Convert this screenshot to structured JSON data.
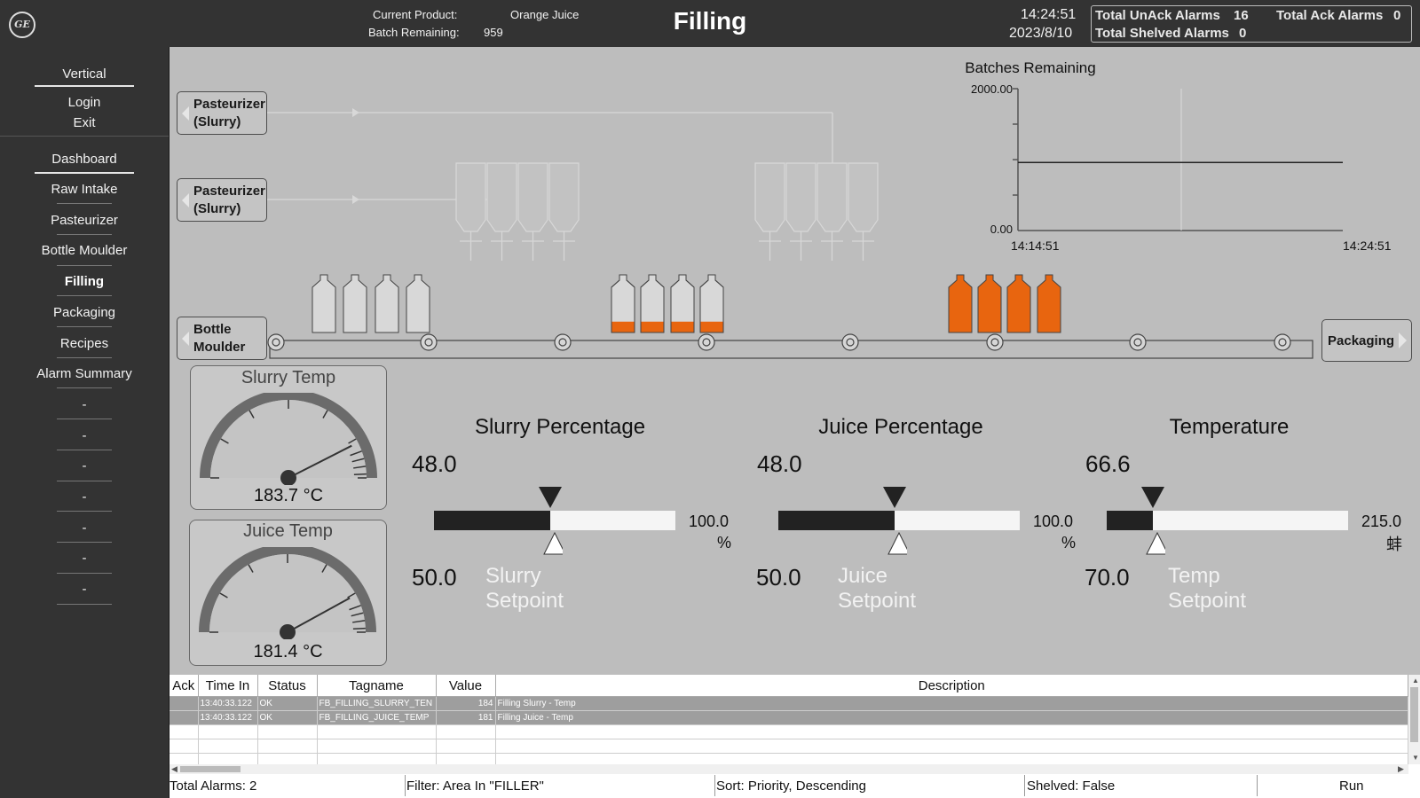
{
  "header": {
    "logo_text": "GE",
    "current_product_label": "Current Product:",
    "current_product": "Orange Juice",
    "batch_remaining_label": "Batch Remaining:",
    "batch_remaining": "959",
    "title": "Filling",
    "time": "14:24:51",
    "date": "2023/8/10",
    "unack_label": "Total UnAck Alarms",
    "unack_value": "16",
    "ack_label": "Total Ack Alarms",
    "ack_value": "0",
    "shelved_label": "Total Shelved Alarms",
    "shelved_value": "0"
  },
  "sidebar": {
    "top_items": [
      "Vertical",
      "Login",
      "Exit"
    ],
    "items": [
      "Dashboard",
      "Raw Intake",
      "Pasteurizer",
      "Bottle Moulder",
      "Filling",
      "Packaging",
      "Recipes",
      "Alarm Summary",
      "-",
      "-",
      "-",
      "-",
      "-",
      "-",
      "-"
    ],
    "active": "Filling"
  },
  "process": {
    "nav_pasteurizer_1": "Pasteurizer (Slurry)",
    "nav_pasteurizer_2": "Pasteurizer (Slurry)",
    "nav_bottle_moulder": "Bottle Moulder",
    "nav_packaging": "Packaging",
    "bottle_color_full": "#e8650f"
  },
  "trend": {
    "title": "Batches Remaining",
    "y_max_label": "2000.00",
    "y_min_label": "0.00",
    "x_start_label": "14:14:51",
    "x_end_label": "14:24:51"
  },
  "chart_data": {
    "type": "line",
    "title": "Batches Remaining",
    "ylim": [
      0,
      2000
    ],
    "x": [
      "14:14:51",
      "14:24:51"
    ],
    "series": [
      {
        "values": [
          959,
          959
        ]
      }
    ]
  },
  "gauges": [
    {
      "title": "Slurry Temp",
      "value": "183.7 °C",
      "fraction": 0.85
    },
    {
      "title": "Juice Temp",
      "value": "181.4 °C",
      "fraction": 0.84
    }
  ],
  "controls": [
    {
      "title": "Slurry Percentage",
      "pv": "48.0",
      "sp": "50.0",
      "sp_label": "Slurry Setpoint",
      "max": "100.0",
      "unit": "%",
      "pv_fraction": 0.48,
      "sp_fraction": 0.5
    },
    {
      "title": "Juice Percentage",
      "pv": "48.0",
      "sp": "50.0",
      "sp_label": "Juice Setpoint",
      "max": "100.0",
      "unit": "%",
      "pv_fraction": 0.48,
      "sp_fraction": 0.5
    },
    {
      "title": "Temperature",
      "pv": "66.6",
      "sp": "70.0",
      "sp_label": "Temp Setpoint",
      "max": "215.0",
      "unit": "蚌",
      "pv_fraction": 0.19,
      "sp_fraction": 0.21
    }
  ],
  "alarm_table": {
    "columns": [
      "Ack",
      "Time In",
      "Status",
      "Tagname",
      "Value",
      "Description"
    ],
    "rows": [
      {
        "ack": "",
        "time_in": "13:40:33.122",
        "status": "OK",
        "tagname": "FB_FILLING_SLURRY_TEN",
        "value": "184",
        "description": "Filling Slurry - Temp"
      },
      {
        "ack": "",
        "time_in": "13:40:33.122",
        "status": "OK",
        "tagname": "FB_FILLING_JUICE_TEMP",
        "value": "181",
        "description": "Filling Juice - Temp"
      }
    ]
  },
  "footer": {
    "total": "Total Alarms: 2",
    "filter": "Filter: Area In \"FILLER\"",
    "sort": "Sort: Priority, Descending",
    "shelved": "Shelved: False",
    "run": "Run"
  }
}
